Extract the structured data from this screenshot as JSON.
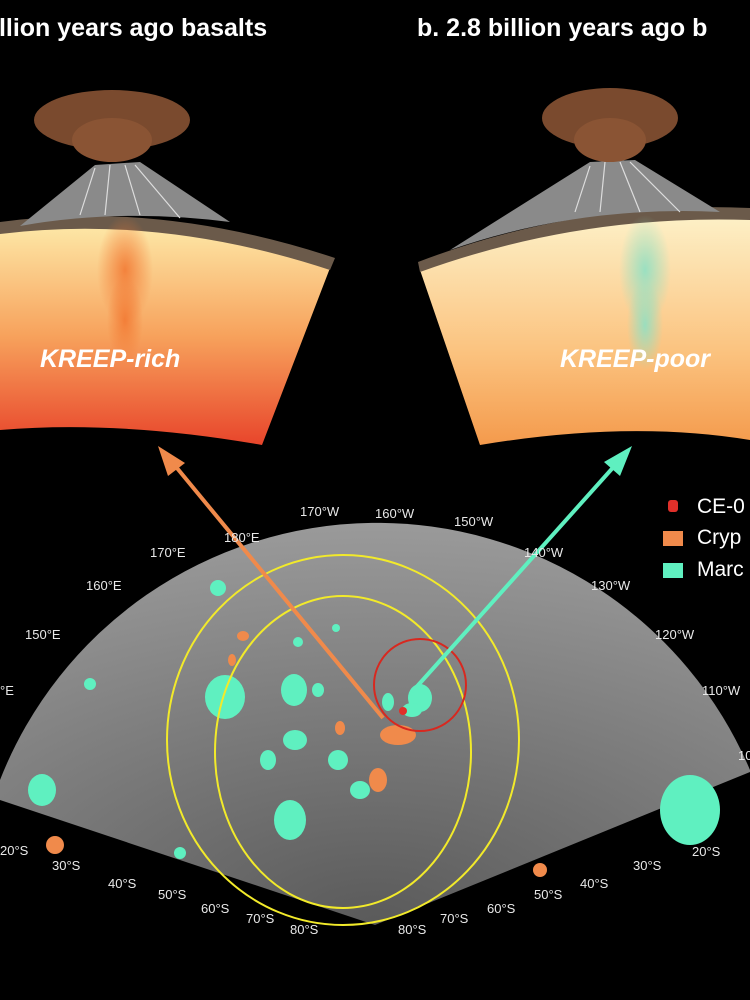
{
  "panel_a": {
    "title": "illion years ago basalts",
    "label": "KREEP-rich"
  },
  "panel_b": {
    "title": "b. 2.8 billion years ago b",
    "label": "KREEP-poor"
  },
  "map": {
    "longitude_labels": [
      "180°E",
      "170°W",
      "160°W",
      "150°W",
      "170°E",
      "140°W",
      "160°E",
      "130°W",
      "150°E",
      "120°W",
      "°E",
      "110°W",
      "10"
    ],
    "latitude_labels_left": [
      "20°S",
      "30°S",
      "40°S",
      "50°S",
      "60°S",
      "70°S",
      "80°S"
    ],
    "latitude_labels_right": [
      "20°S",
      "30°S",
      "40°S",
      "50°S",
      "60°S",
      "70°S",
      "80°S"
    ]
  },
  "legend": [
    {
      "label": "CE-0",
      "color": "#e0302a"
    },
    {
      "label": "Cryp",
      "color": "#f08a4b"
    },
    {
      "label": "Marc",
      "color": "#5ff0c0"
    }
  ],
  "colors": {
    "orange_arrow": "#f08a4b",
    "teal_arrow": "#5ff0c0",
    "ellipse": "#f2ea2a",
    "circle": "#d8281f"
  }
}
